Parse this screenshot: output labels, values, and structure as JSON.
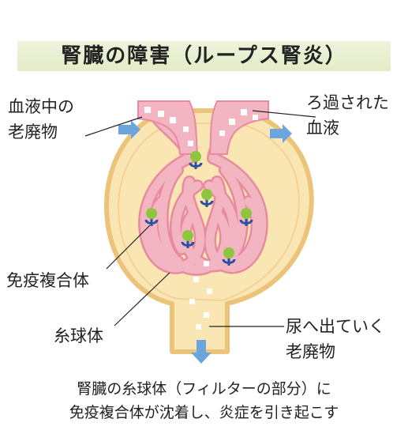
{
  "title": "腎臓の障害（ループス腎炎）",
  "labels": {
    "waste_in": [
      "血液中の",
      "老廃物"
    ],
    "filtered_blood": [
      "ろ過された",
      "血液"
    ],
    "immune_complex": "免疫複合体",
    "glomerulus": "糸球体",
    "urine_waste": [
      "尿へ出ていく",
      "老廃物"
    ]
  },
  "caption": [
    "腎臓の糸球体（フィルターの部分）に",
    "免疫複合体が沈着し、炎症を引き起こす"
  ],
  "colors": {
    "capsule_fill": "#f9e6b2",
    "capsule_border": "#ebc47a",
    "vessel_pink": "#f0a9b8",
    "vessel_outline": "#e88aa0",
    "arrow_blue": "#6aa5dd",
    "complex_green": "#8cc63f",
    "complex_blue": "#2b4fa3"
  }
}
